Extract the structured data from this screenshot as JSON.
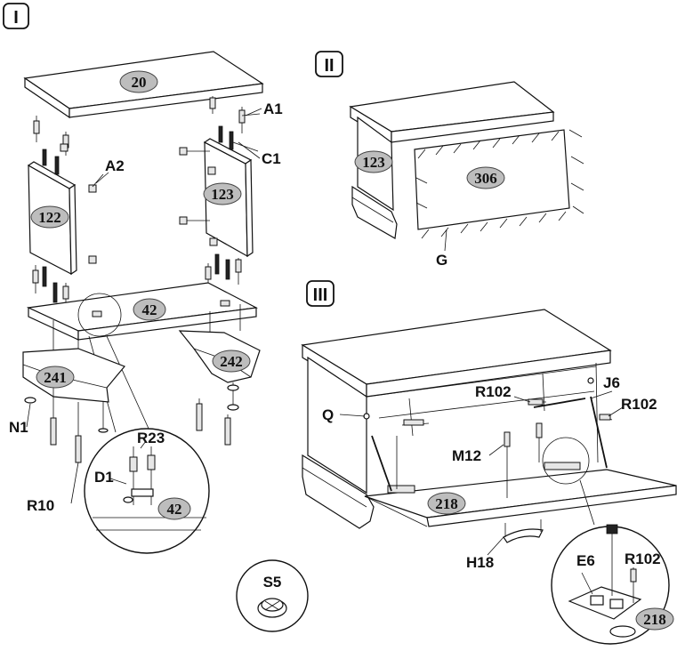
{
  "steps": {
    "one": "I",
    "two": "II",
    "three": "III"
  },
  "parts": {
    "top_panel": "20",
    "side_left": "122",
    "side_right": "123",
    "bottom_panel": "42",
    "plinth_left": "241",
    "plinth_right": "242",
    "detail_panel": "42",
    "step2_side": "123",
    "step2_back": "306",
    "step3_door": "218",
    "detail_door": "218"
  },
  "hardware": {
    "A1": "A1",
    "C1": "C1",
    "A2": "A2",
    "N1": "N1",
    "R10": "R10",
    "R23": "R23",
    "D1": "D1",
    "G": "G",
    "Q": "Q",
    "R102_a": "R102",
    "J6": "J6",
    "R102_b": "R102",
    "M12": "M12",
    "H18": "H18",
    "E6": "E6",
    "R102_c": "R102",
    "S5": "S5"
  }
}
